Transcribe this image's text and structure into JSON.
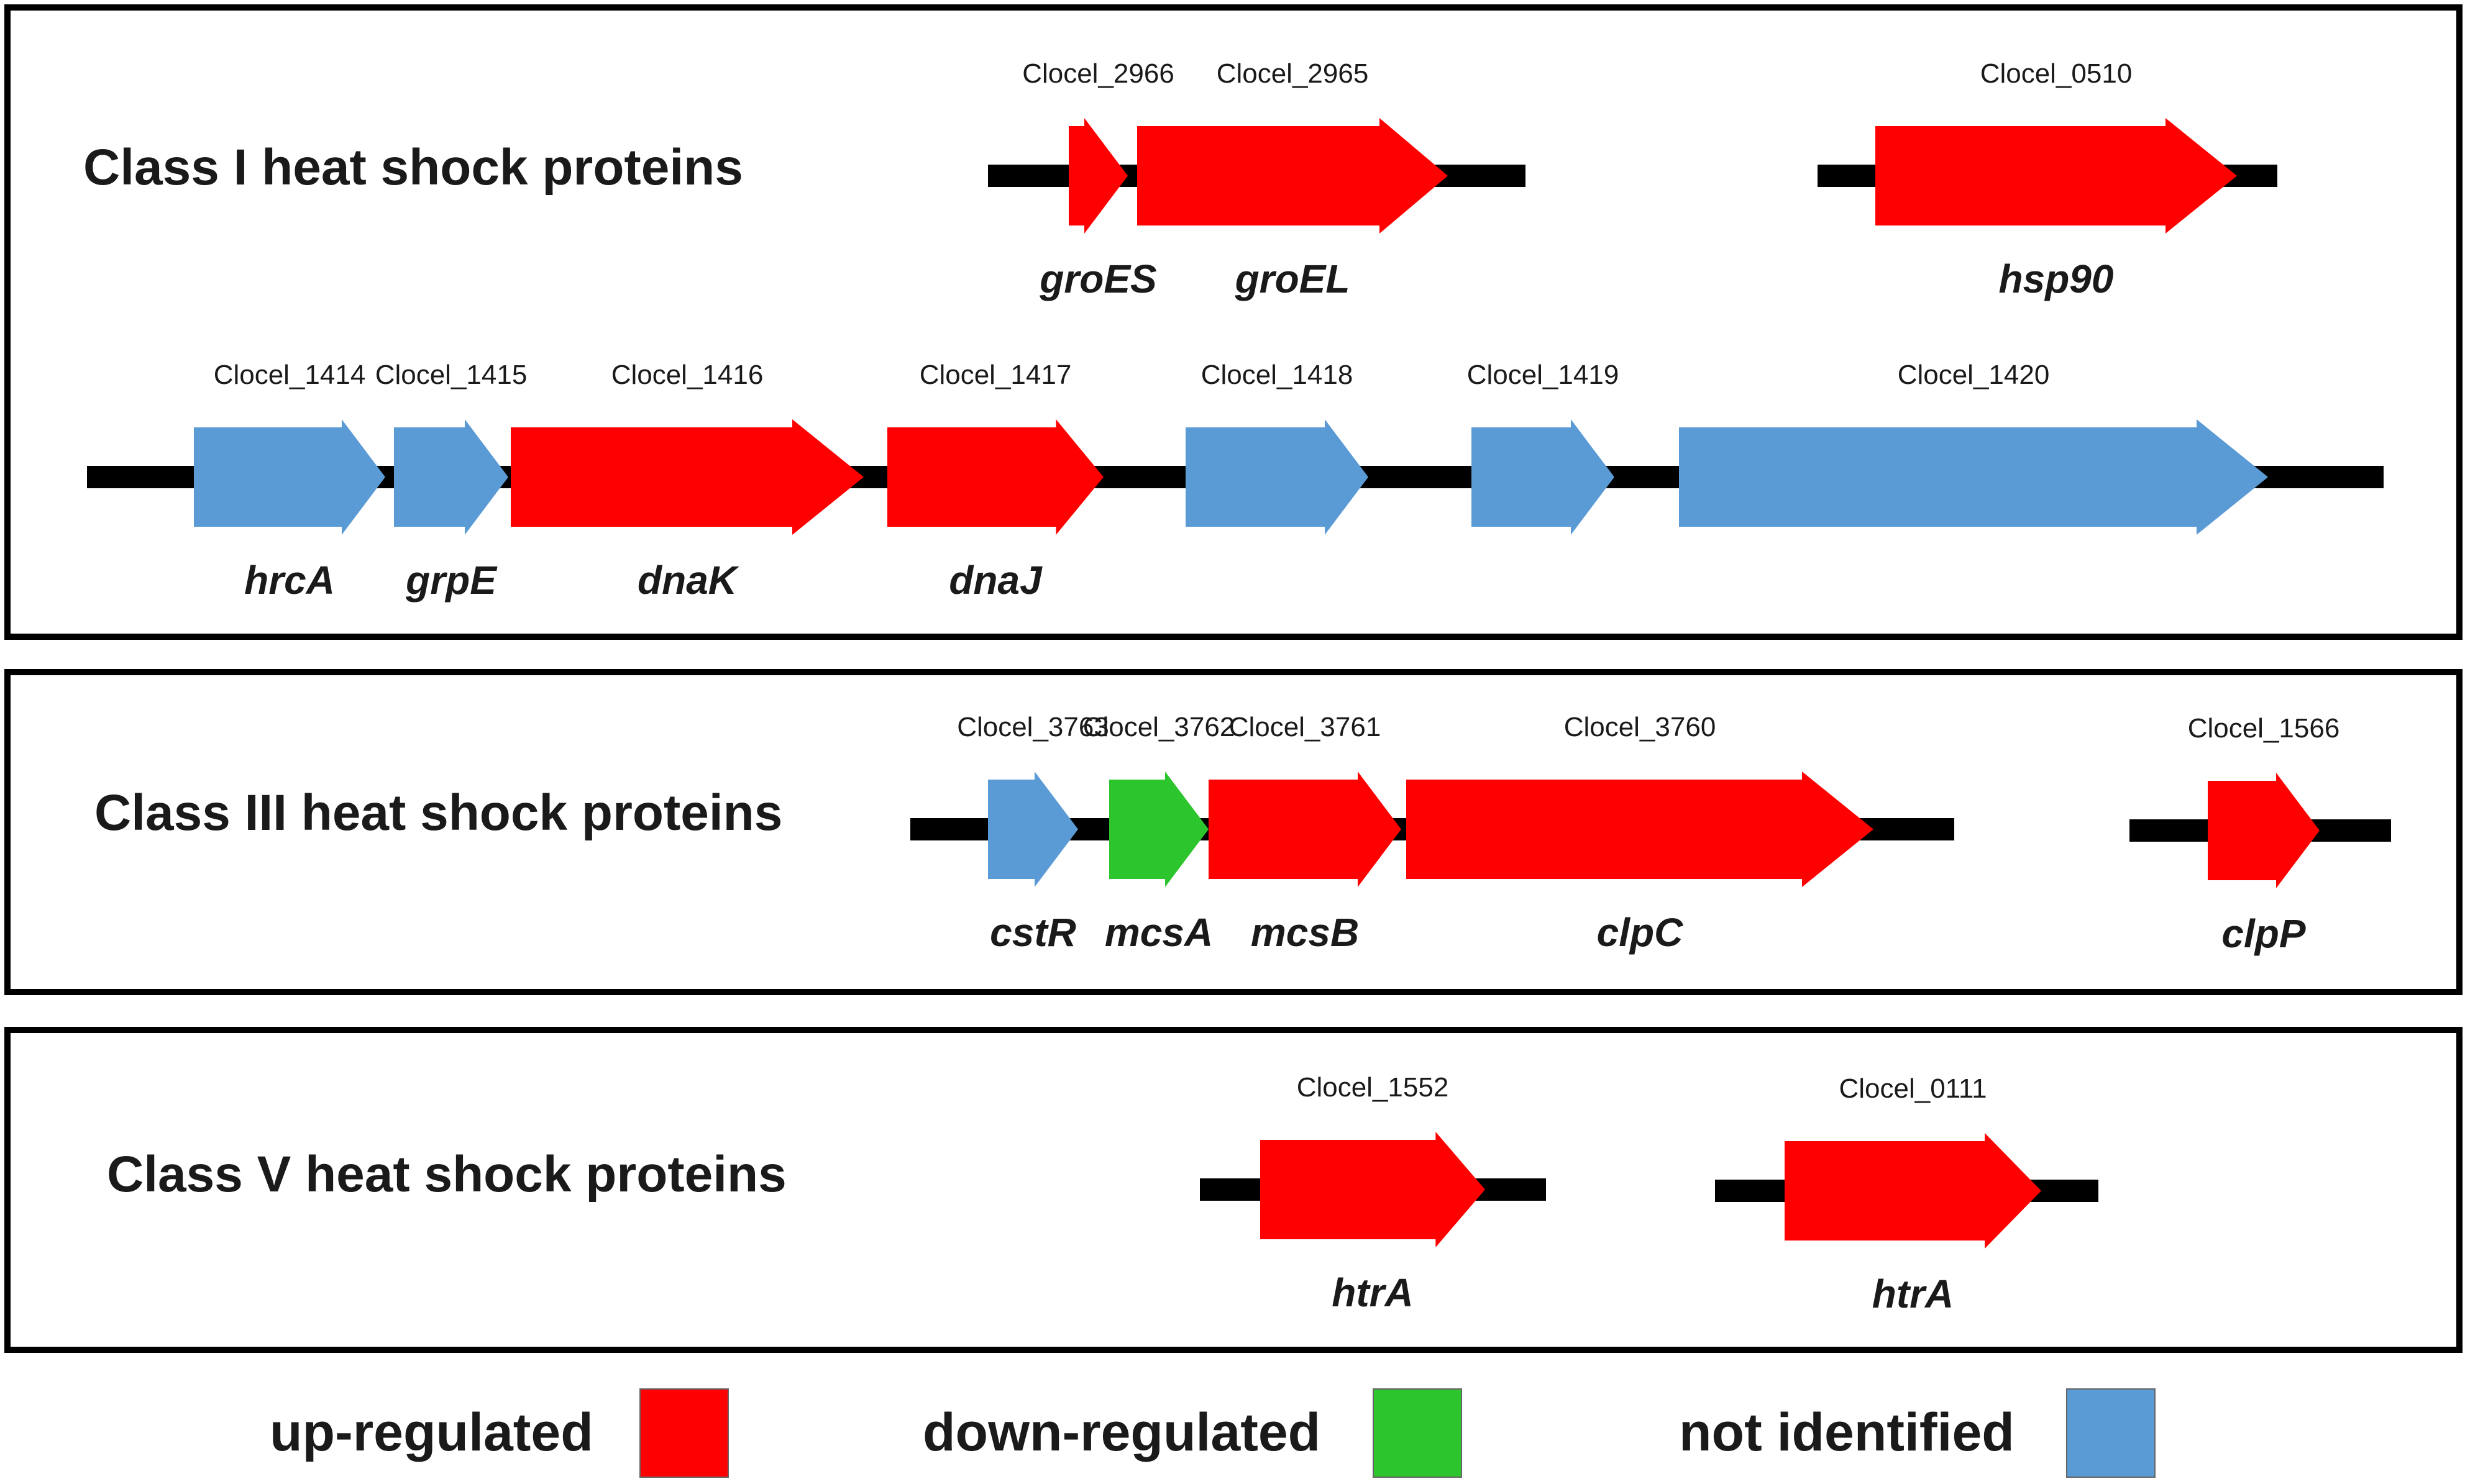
{
  "colors": {
    "up": "#ff0000",
    "down": "#2dc52d",
    "none": "#5b9bd5"
  },
  "panels": [
    {
      "id": "class-i",
      "label": "Class I heat shock proteins",
      "operons": [
        {
          "id": "groesl",
          "genes": [
            {
              "locus": "Clocel_2966",
              "gene": "groES",
              "status": "up"
            },
            {
              "locus": "Clocel_2965",
              "gene": "groEL",
              "status": "up"
            }
          ]
        },
        {
          "id": "hsp90",
          "genes": [
            {
              "locus": "Clocel_0510",
              "gene": "hsp90",
              "status": "up"
            }
          ]
        },
        {
          "id": "dnak",
          "genes": [
            {
              "locus": "Clocel_1414",
              "gene": "hrcA",
              "status": "none"
            },
            {
              "locus": "Clocel_1415",
              "gene": "grpE",
              "status": "none"
            },
            {
              "locus": "Clocel_1416",
              "gene": "dnaK",
              "status": "up"
            },
            {
              "locus": "Clocel_1417",
              "gene": "dnaJ",
              "status": "up"
            },
            {
              "locus": "Clocel_1418",
              "gene": "",
              "status": "none"
            },
            {
              "locus": "Clocel_1419",
              "gene": "",
              "status": "none"
            },
            {
              "locus": "Clocel_1420",
              "gene": "",
              "status": "none"
            }
          ]
        }
      ]
    },
    {
      "id": "class-iii",
      "label": "Class III heat shock proteins",
      "operons": [
        {
          "id": "clpc",
          "genes": [
            {
              "locus": "Clocel_3763",
              "gene": "cstR",
              "status": "none"
            },
            {
              "locus": "Clocel_3762",
              "gene": "mcsA",
              "status": "down"
            },
            {
              "locus": "Clocel_3761",
              "gene": "mcsB",
              "status": "up"
            },
            {
              "locus": "Clocel_3760",
              "gene": "clpC",
              "status": "up"
            }
          ]
        },
        {
          "id": "clpp",
          "genes": [
            {
              "locus": "Clocel_1566",
              "gene": "clpP",
              "status": "up"
            }
          ]
        }
      ]
    },
    {
      "id": "class-v",
      "label": "Class V heat shock proteins",
      "operons": [
        {
          "id": "htra-1",
          "genes": [
            {
              "locus": "Clocel_1552",
              "gene": "htrA",
              "status": "up"
            }
          ]
        },
        {
          "id": "htra-2",
          "genes": [
            {
              "locus": "Clocel_0111",
              "gene": "htrA",
              "status": "up"
            }
          ]
        }
      ]
    }
  ],
  "legend": [
    {
      "label": "up-regulated",
      "status": "up"
    },
    {
      "label": "down-regulated",
      "status": "down"
    },
    {
      "label": "not identified",
      "status": "none"
    }
  ]
}
